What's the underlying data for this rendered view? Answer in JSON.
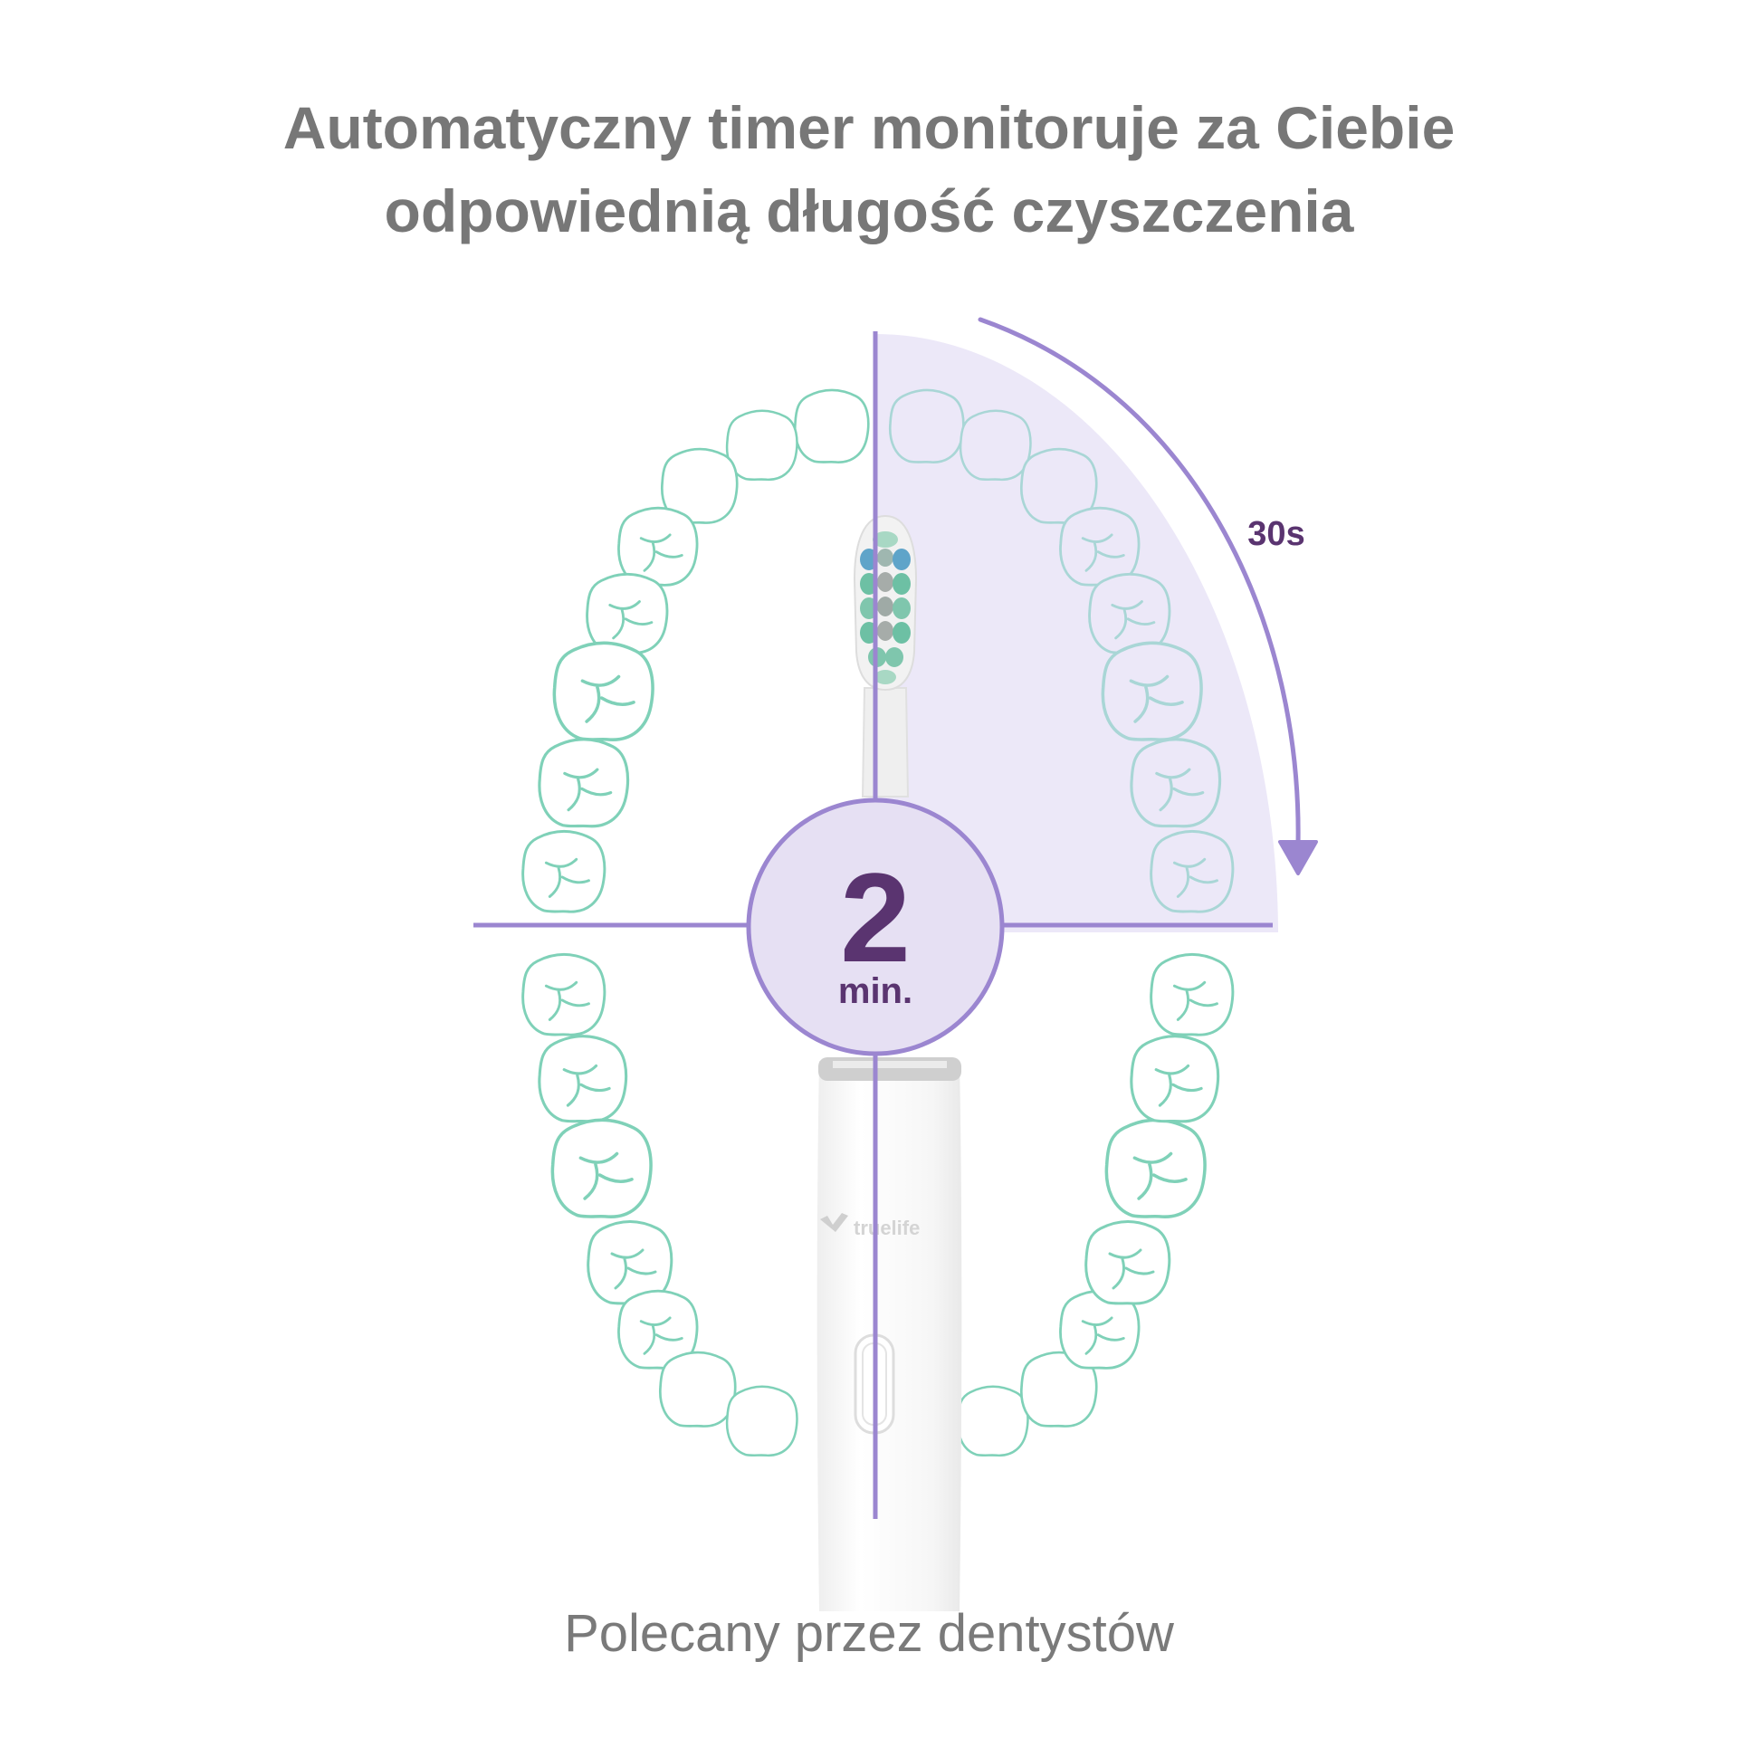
{
  "headline": {
    "line1": "Automatyczny timer monitoruje za Ciebie",
    "line2": "odpowiednią długość czyszczenia"
  },
  "timer": {
    "total_value": "2",
    "total_unit": "min.",
    "quadrant_label": "30s"
  },
  "brush": {
    "brand": "truelife"
  },
  "footer": {
    "text": "Polecany przez dentystów"
  },
  "colors": {
    "accent_purple": "#9b86d0",
    "quadrant_fill": "#ece8f8",
    "circle_fill": "#e6e0f3",
    "number_purple": "#5a3470",
    "teeth_outline": "#7fd1b8",
    "headline_gray": "#777777"
  },
  "icons": [
    "tooth-outline-icon",
    "toothbrush-icon",
    "truelife-logo-icon",
    "clockwise-arrow-icon"
  ]
}
